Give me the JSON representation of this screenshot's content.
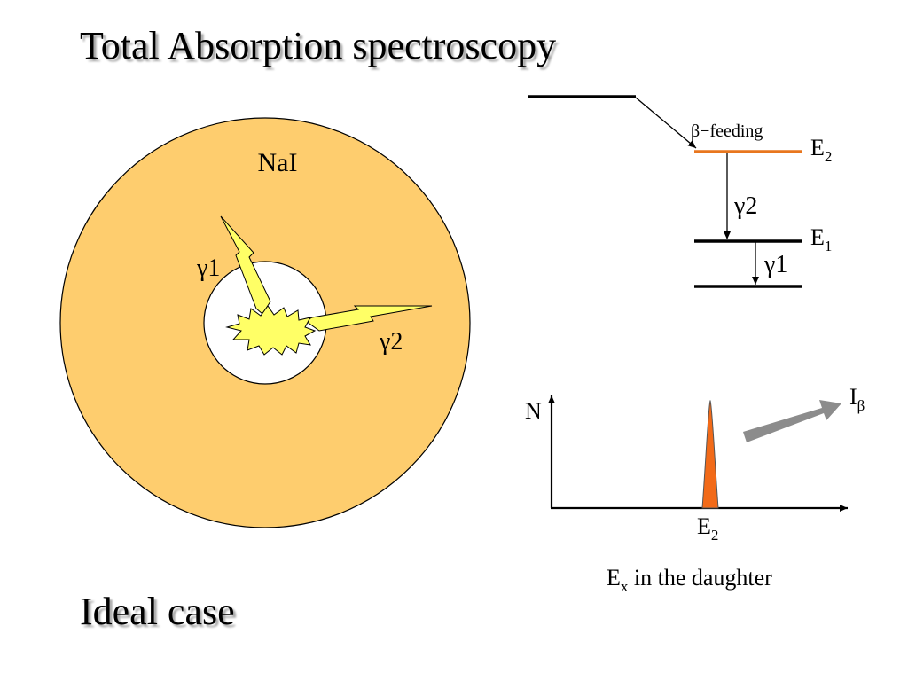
{
  "title": "Total Absorption spectroscopy",
  "subtitle": "Ideal case",
  "detector": {
    "material_label": "NaI",
    "gamma1_label": "γ1",
    "gamma2_label": "γ2",
    "crystal_color": "#fecd6e",
    "flash_color": "#ffff66"
  },
  "level_scheme": {
    "feeding_label": "β−feeding",
    "levels": [
      {
        "base": "E",
        "sub": "2"
      },
      {
        "base": "E",
        "sub": "1"
      }
    ],
    "transitions": [
      "γ2",
      "γ1"
    ],
    "fed_level_color": "#e8761e"
  },
  "spectrum": {
    "y_axis_label": "N",
    "peak_label": {
      "base": "E",
      "sub": "2"
    },
    "x_caption": {
      "base": "E",
      "sub": "x",
      "rest": " in the daughter"
    },
    "arrow_label": {
      "base": "I",
      "sub": "β"
    },
    "peak_color": "#f26a18",
    "arrow_color": "#8c8c8c"
  }
}
